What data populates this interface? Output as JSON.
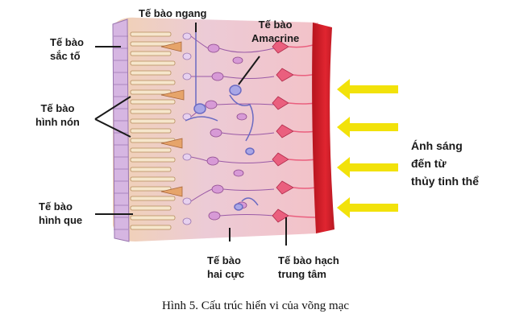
{
  "labels": {
    "pigment_cells": [
      "Tế bào",
      "sắc tố"
    ],
    "horizontal_cells": [
      "Tế bào ngang"
    ],
    "amacrine_cells": [
      "Tế bào",
      "Amacrine"
    ],
    "cone_cells": [
      "Tế bào",
      "hình nón"
    ],
    "rod_cells": [
      "Tế bào",
      "hình que"
    ],
    "bipolar_cells": [
      "Tế bào",
      "hai cực"
    ],
    "ganglion_cells": [
      "Tế bào hạch",
      "trung tâm"
    ],
    "light_source": [
      "Ánh sáng",
      "đến từ",
      "thủy tinh thể"
    ]
  },
  "caption": "Hình 5. Cấu trúc hiển vi của võng mạc",
  "colors": {
    "arrow": "#f2e20a",
    "vessel": "#d41f2a",
    "ganglion": "#e8607a",
    "bipolar": "#c77dc4",
    "photoreceptor": "#e9c79a",
    "pigment": "#c8a8d8"
  }
}
